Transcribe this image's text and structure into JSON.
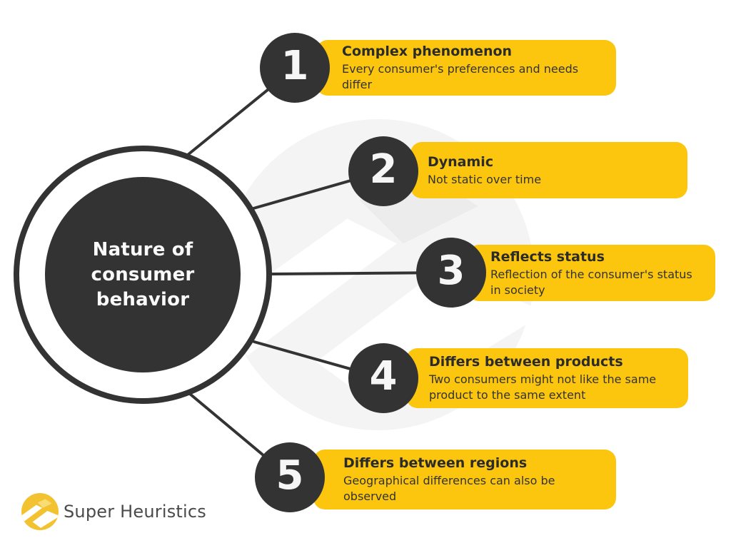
{
  "colors": {
    "banner_yellow": "#FCC60E",
    "dark": "#333333",
    "logo_yellow": "#F2C230",
    "watermark_gray": "#f4f4f4",
    "brand_text_gray": "#4a4a4a"
  },
  "center": {
    "lines": [
      "Nature of",
      "consumer",
      "behavior"
    ]
  },
  "items": [
    {
      "number": "1",
      "title": "Complex phenomenon",
      "desc": "Every consumer's preferences and needs differ"
    },
    {
      "number": "2",
      "title": "Dynamic",
      "desc": "Not static over time"
    },
    {
      "number": "3",
      "title": "Reflects status",
      "desc": "Reflection of the consumer's status in society"
    },
    {
      "number": "4",
      "title": "Differs between products",
      "desc": "Two consumers might not like the same product to the same extent"
    },
    {
      "number": "5",
      "title": "Differs between regions",
      "desc": "Geographical differences can also be observed"
    }
  ],
  "footer": {
    "brand": "Super Heuristics"
  }
}
